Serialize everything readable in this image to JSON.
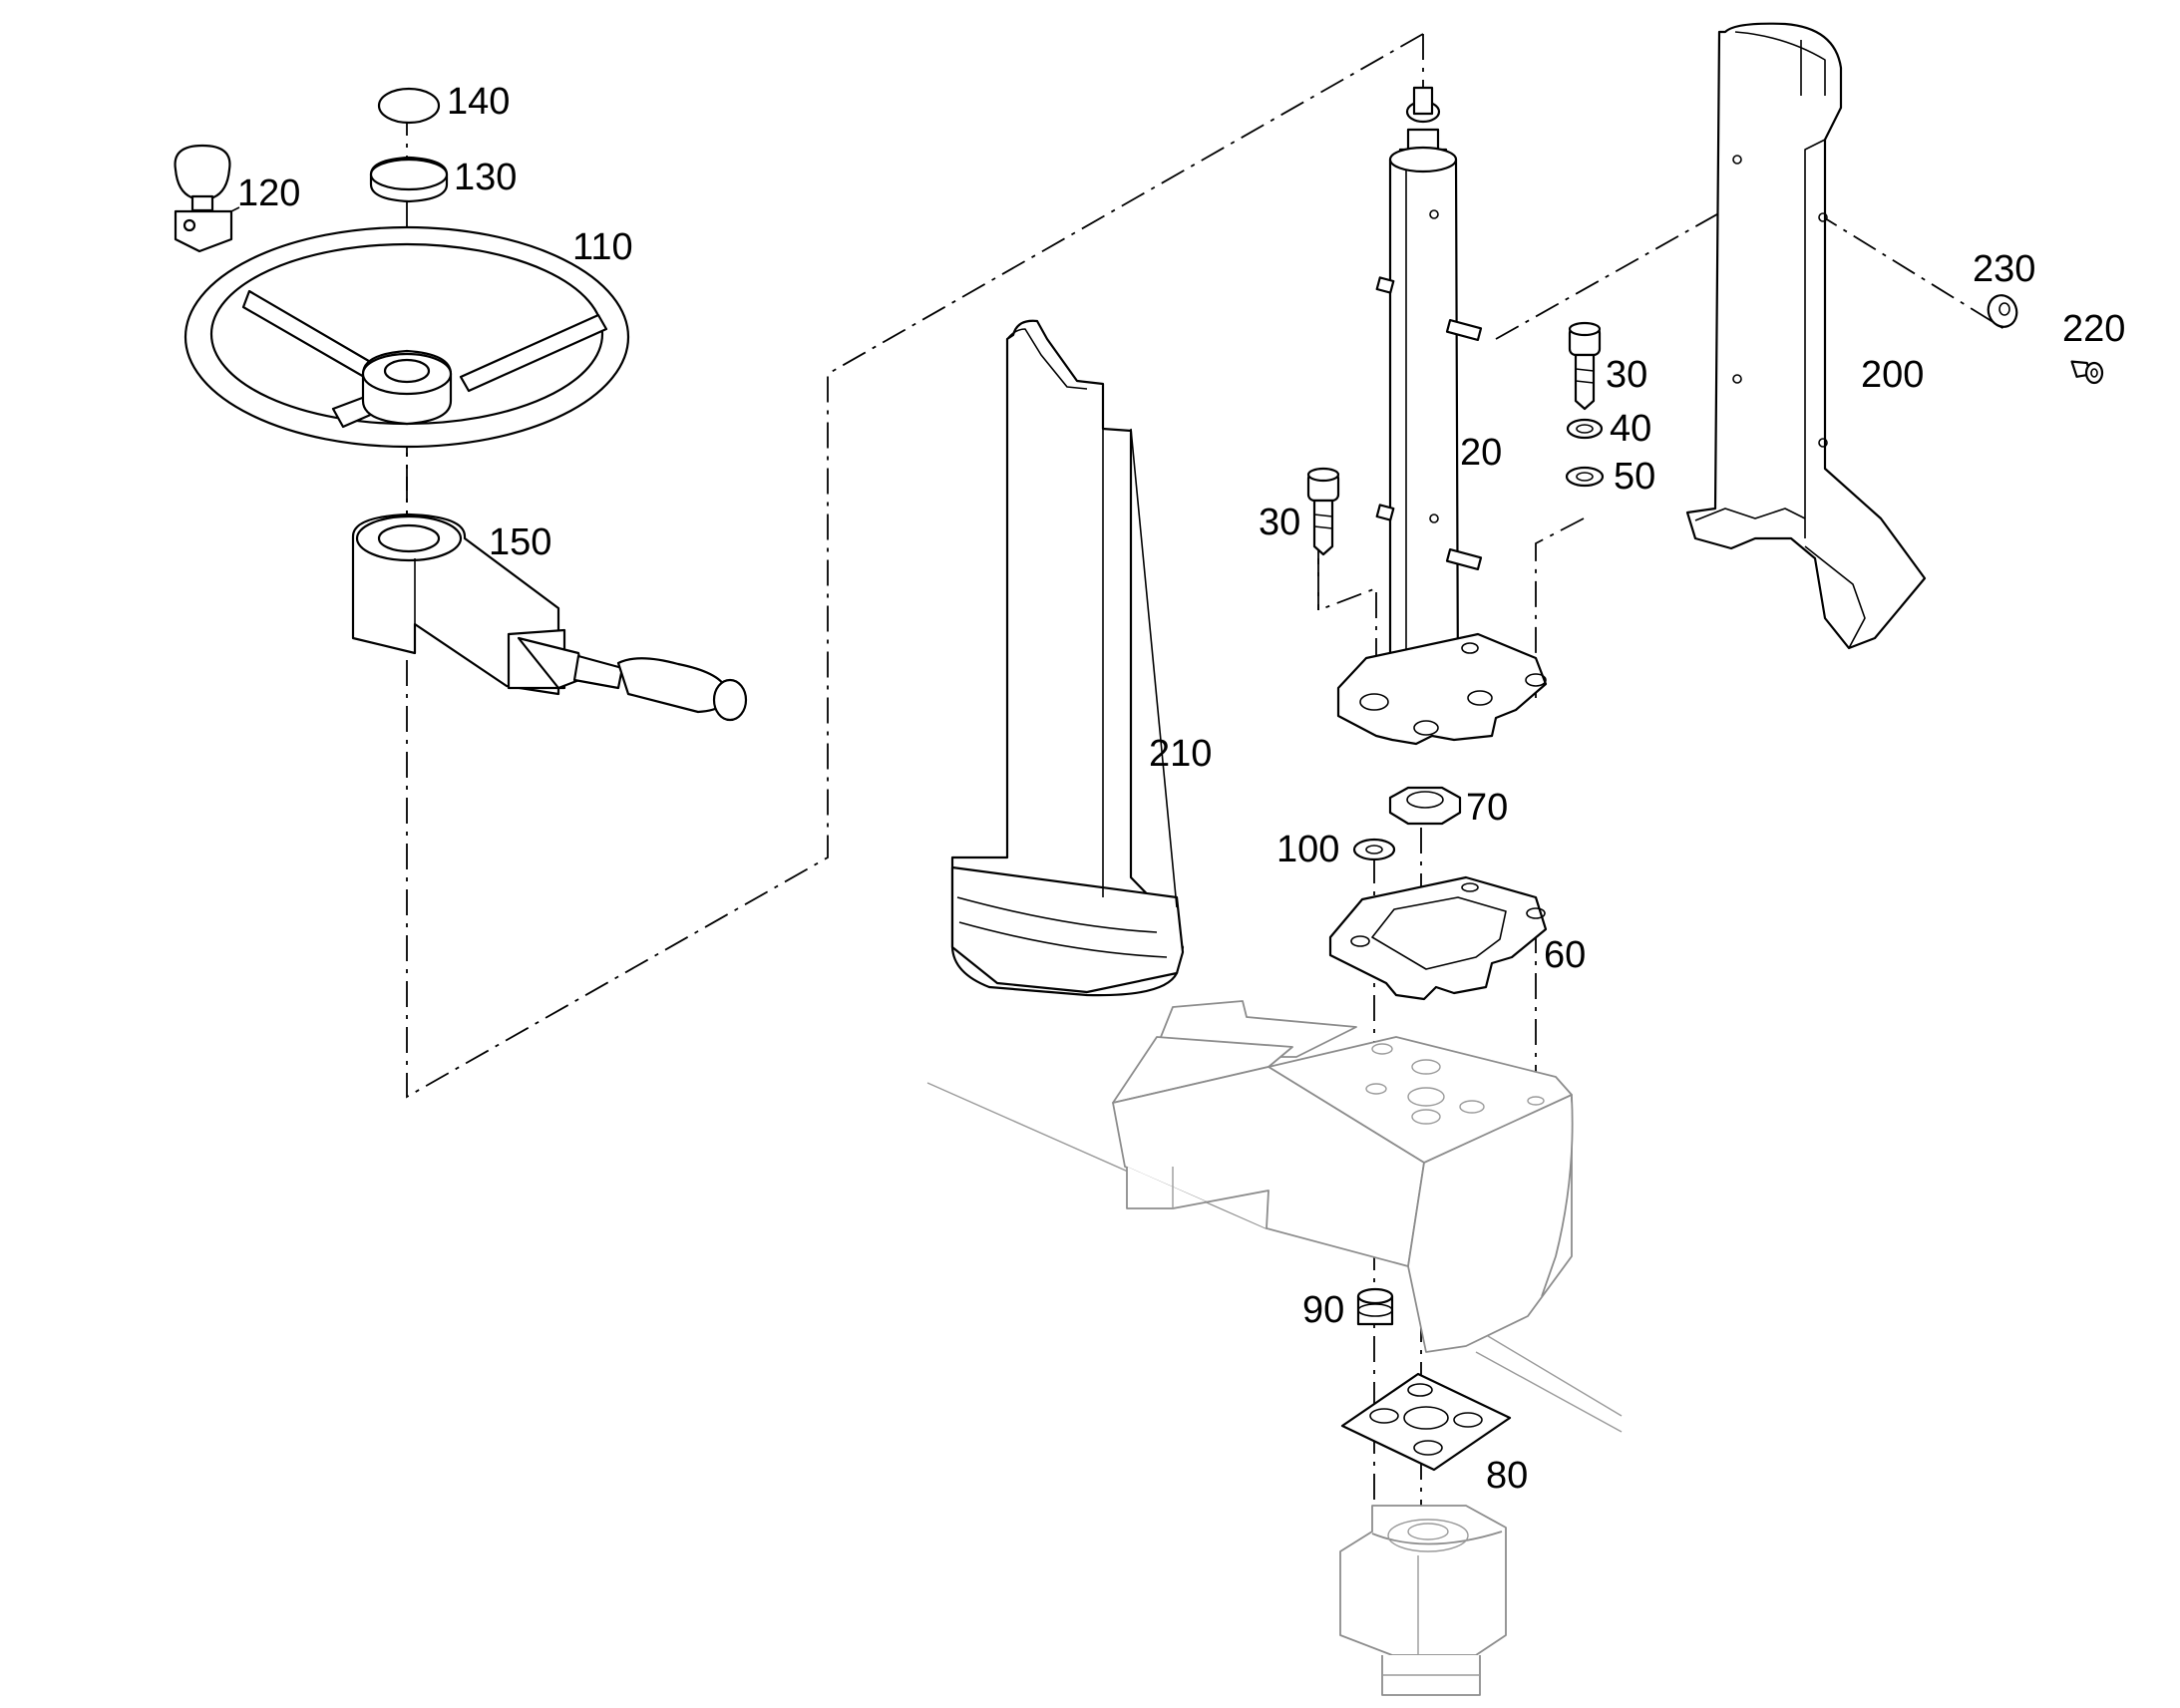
{
  "callouts": {
    "c140": "140",
    "c130": "130",
    "c120": "120",
    "c110": "110",
    "c150": "150",
    "c210": "210",
    "c20": "20",
    "c30a": "30",
    "c30b": "30",
    "c40": "40",
    "c50": "50",
    "c70": "70",
    "c100": "100",
    "c60": "60",
    "c90": "90",
    "c80": "80",
    "c200": "200",
    "c230": "230",
    "c220": "220"
  }
}
